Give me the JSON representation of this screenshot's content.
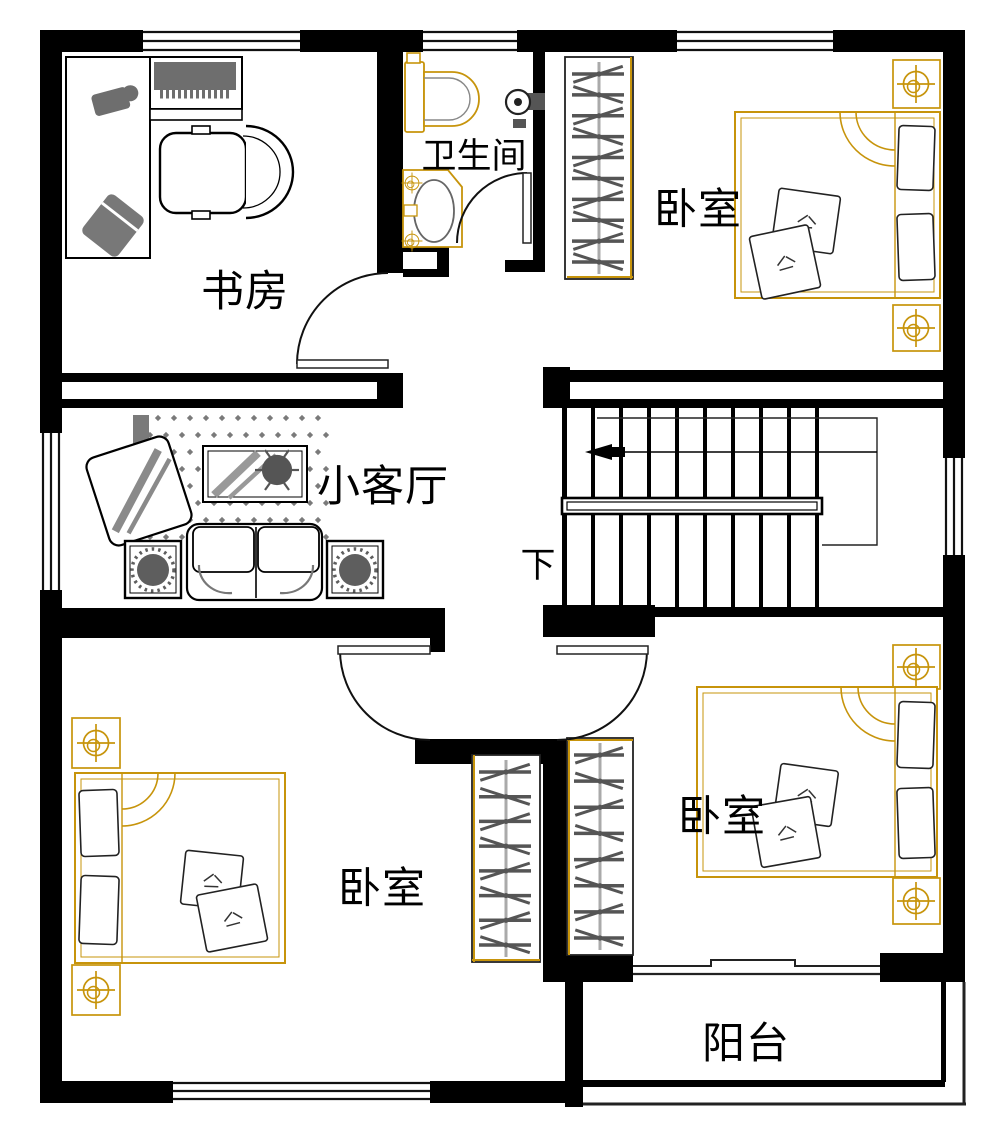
{
  "floor_plan": {
    "rooms": [
      {
        "id": "study",
        "label": "书房"
      },
      {
        "id": "bathroom",
        "label": "卫生间"
      },
      {
        "id": "bedroom-top-right",
        "label": "卧室"
      },
      {
        "id": "living-room",
        "label": "小客厅"
      },
      {
        "id": "bedroom-bottom-left",
        "label": "卧室"
      },
      {
        "id": "bedroom-bottom-right",
        "label": "卧室"
      },
      {
        "id": "balcony",
        "label": "阳台"
      }
    ],
    "stairs": {
      "direction_label": "下"
    },
    "colors": {
      "wall": "#000000",
      "furniture_accent": "#C7940B",
      "furniture_gray": "#6e6e6e",
      "sketch_line": "#333333"
    }
  }
}
